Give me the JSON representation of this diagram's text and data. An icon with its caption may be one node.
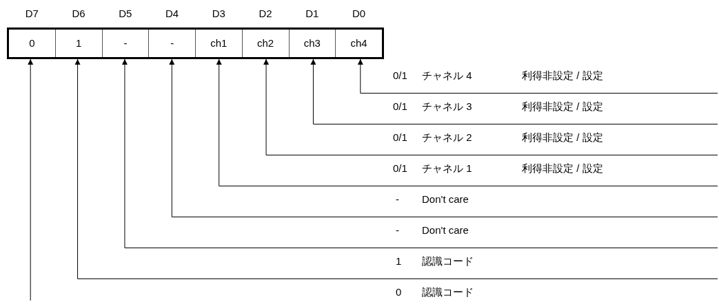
{
  "diagram": {
    "nodes": [
      {
        "text": [],
        "shape": "box"
      },
      {
        "text": [
          "D7",
          "0"
        ],
        "in": 0
      },
      {
        "text": [
          "D6",
          "1"
        ],
        "in": 0
      },
      {
        "text": [
          "D5",
          "-"
        ],
        "in": 0
      },
      {
        "text": [
          "D4",
          "-"
        ],
        "in": 0
      },
      {
        "text": [
          "D3",
          "ch1"
        ],
        "in": 0
      },
      {
        "text": [
          "D2",
          "ch2"
        ],
        "in": 0
      },
      {
        "text": [
          "D1",
          "ch3"
        ],
        "in": 0
      },
      {
        "text": [
          "D0",
          "ch4"
        ],
        "in": 0
      },
      {
        "text": [
          "0/1",
          "チャネル 4",
          "利得非設定 / 設定"
        ]
      },
      {
        "text": [
          "0/1",
          "チャネル 3",
          "利得非設定 / 設定"
        ]
      },
      {
        "text": [
          "0/1",
          "チャネル 2",
          "利得非設定 / 設定"
        ]
      },
      {
        "text": [
          "0/1",
          "チャネル 1",
          "利得非設定 / 設定"
        ]
      },
      {
        "text": [
          "-",
          "Don't care"
        ]
      },
      {
        "text": [
          "-",
          "Don't care"
        ]
      },
      {
        "text": [
          "1",
          "認識コード"
        ]
      },
      {
        "text": [
          "0",
          "認識コード"
        ]
      }
    ],
    "edges": [
      {
        "from": 9,
        "to": 8,
        "arrow": "to"
      },
      {
        "from": 10,
        "to": 7,
        "arrow": "to"
      },
      {
        "from": 11,
        "to": 6,
        "arrow": "to"
      },
      {
        "from": 12,
        "to": 5,
        "arrow": "to"
      },
      {
        "from": 13,
        "to": 4,
        "arrow": "to"
      },
      {
        "from": 14,
        "to": 3,
        "arrow": "to"
      },
      {
        "from": 15,
        "to": 2,
        "arrow": "to"
      },
      {
        "from": null,
        "to": 1,
        "arrow": "to"
      }
    ]
  }
}
